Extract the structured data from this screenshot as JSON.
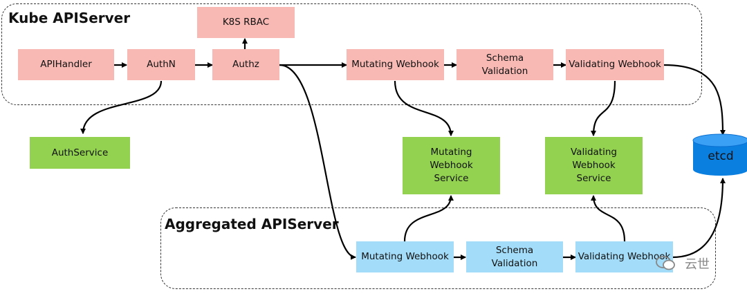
{
  "kube_apiserver": {
    "title": "Kube APIServer",
    "nodes": {
      "k8s_rbac": "K8S RBAC",
      "apihandler": "APIHandler",
      "authn": "AuthN",
      "authz": "Authz",
      "mutating_webhook": "Mutating Webhook",
      "schema_validation": "Schema\nValidation",
      "validating_webhook": "Validating Webhook"
    }
  },
  "external_services": {
    "authservice": "AuthService",
    "mutating_webhook_service": "Mutating\nWebhook\nService",
    "validating_webhook_service": "Validating\nWebhook\nService",
    "etcd": "etcd"
  },
  "aggregated_apiserver": {
    "title": "Aggregated APIServer",
    "nodes": {
      "mutating_webhook": "Mutating Webhook",
      "schema_validation": "Schema\nValidation",
      "validating_webhook": "Validating Webhook"
    }
  },
  "watermark": "云世",
  "colors": {
    "kube_node": "#f8b9b4",
    "service_node": "#93d151",
    "aggregated_node": "#a3dcf8",
    "etcd": "#0a7fe0"
  }
}
